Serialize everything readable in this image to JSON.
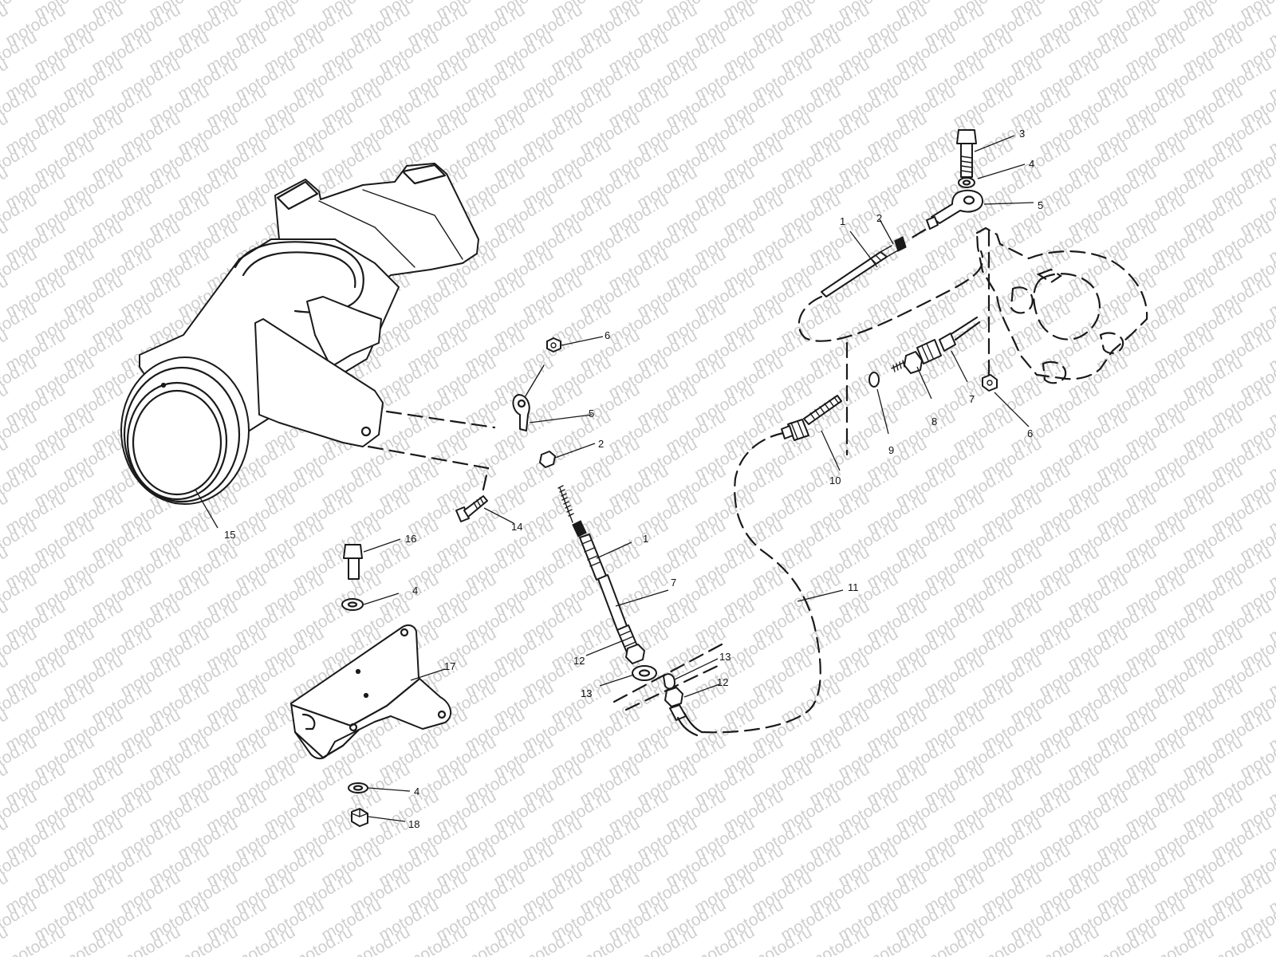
{
  "watermark": {
    "text": "motod.ru",
    "color": "#cfcfcf"
  },
  "callouts": {
    "c1_upper": "1",
    "c2_upper": "2",
    "c3": "3",
    "c4_upper": "4",
    "c5_upper": "5",
    "c6_upper": "6",
    "c7_upper": "7",
    "c8": "8",
    "c9": "9",
    "c10": "10",
    "c11": "11",
    "c12_right": "12",
    "c13_right": "13",
    "c6_lower": "6",
    "c5_lower": "5",
    "c2_lower": "2",
    "c14": "14",
    "c15": "15",
    "c16": "16",
    "c4_mid": "4",
    "c1_lower": "1",
    "c7_lower": "7",
    "c12_left": "12",
    "c13_left": "13",
    "c17": "17",
    "c4_bottom": "4",
    "c18": "18"
  }
}
